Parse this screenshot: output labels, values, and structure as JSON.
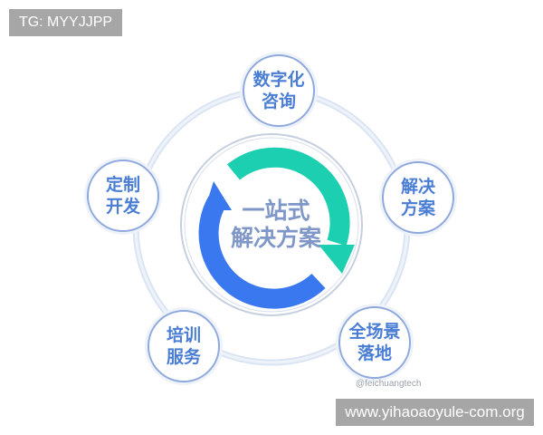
{
  "watermark_top": "TG: MYYJJPP",
  "watermark_bottom": "www.yihaoaoyule-com.org",
  "credit": "@feichuangtech",
  "center": {
    "line1": "一站式",
    "line2": "解决方案"
  },
  "nodes": [
    {
      "line1": "数字化",
      "line2": "咨询"
    },
    {
      "line1": "解决",
      "line2": "方案"
    },
    {
      "line1": "全场景",
      "line2": "落地"
    },
    {
      "line1": "培训",
      "line2": "服务"
    },
    {
      "line1": "定制",
      "line2": "开发"
    }
  ],
  "colors": {
    "arrow_teal": "#1ccfb0",
    "arrow_blue": "#3a78f0",
    "node_text": "#4a7dd4",
    "ring": "#c9d6ec"
  }
}
